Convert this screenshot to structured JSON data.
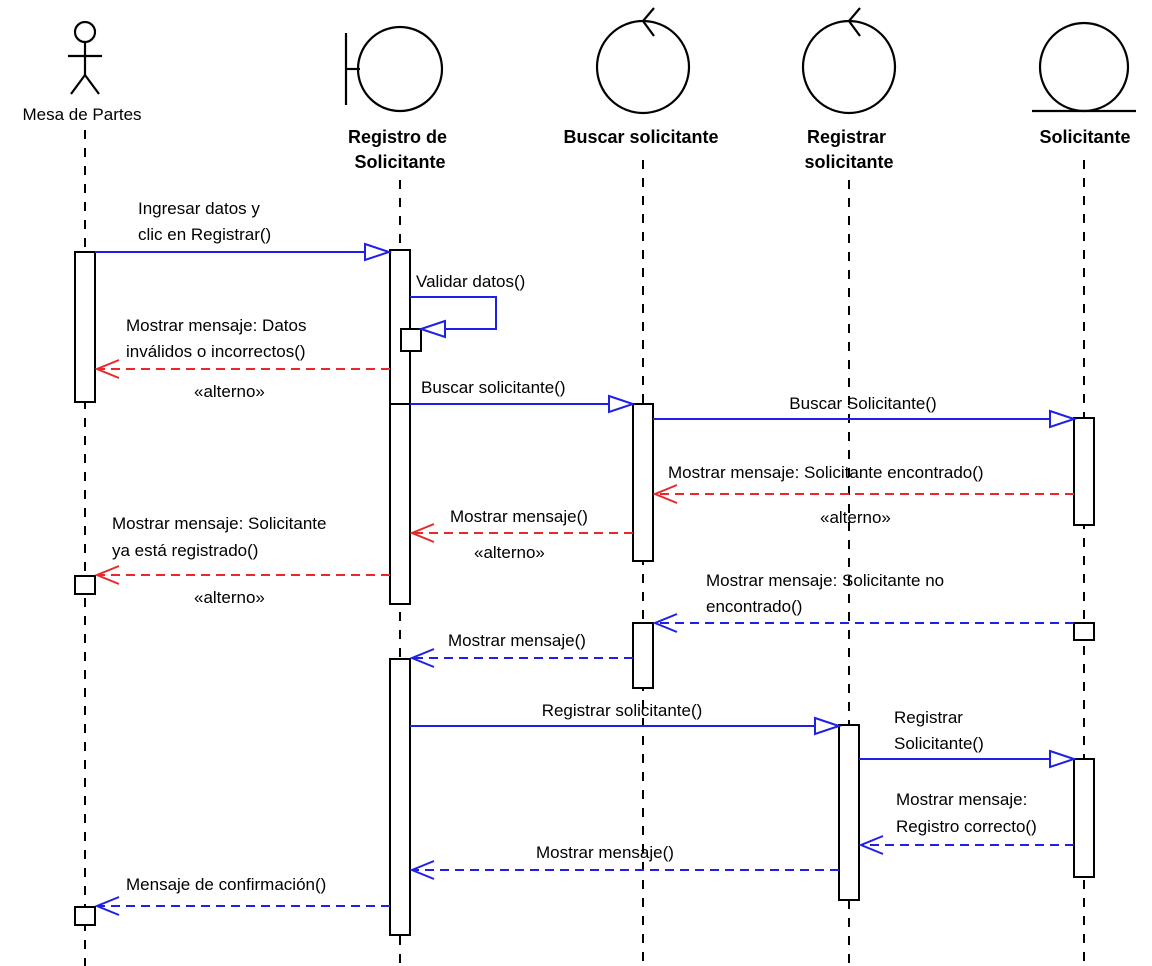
{
  "participants": {
    "actor": "Mesa de Partes",
    "boundary": [
      "Registro de",
      "Solicitante"
    ],
    "control1": "Buscar solicitante",
    "control2": [
      "Registrar",
      "solicitante"
    ],
    "entity": "Solicitante"
  },
  "messages": {
    "m1": [
      "Ingresar datos y",
      "clic en Registrar()"
    ],
    "m2": "Validar datos()",
    "m3": [
      "Mostrar mensaje: Datos",
      "inválidos o incorrectos()"
    ],
    "m3_guard": "«alterno»",
    "m4": "Buscar solicitante()",
    "m5": "Buscar Solicitante()",
    "m6": "Mostrar mensaje: Solicitante encontrado()",
    "m6_guard": "«alterno»",
    "m7": "Mostrar mensaje()",
    "m7_guard": "«alterno»",
    "m8": [
      "Mostrar mensaje: Solicitante",
      "ya está registrado()"
    ],
    "m8_guard": "«alterno»",
    "m9": [
      "Mostrar mensaje: Solicitante no",
      "encontrado()"
    ],
    "m10": "Mostrar mensaje()",
    "m11": "Registrar solicitante()",
    "m12": [
      "Registrar",
      "Solicitante()"
    ],
    "m13": [
      "Mostrar mensaje:",
      "Registro correcto()"
    ],
    "m14": "Mostrar mensaje()",
    "m15": "Mensaje de confirmación()"
  },
  "colors": {
    "sync_message": "#1f1fe6",
    "return_message": "#1f1fe6",
    "alternate_message": "#e8282b"
  }
}
